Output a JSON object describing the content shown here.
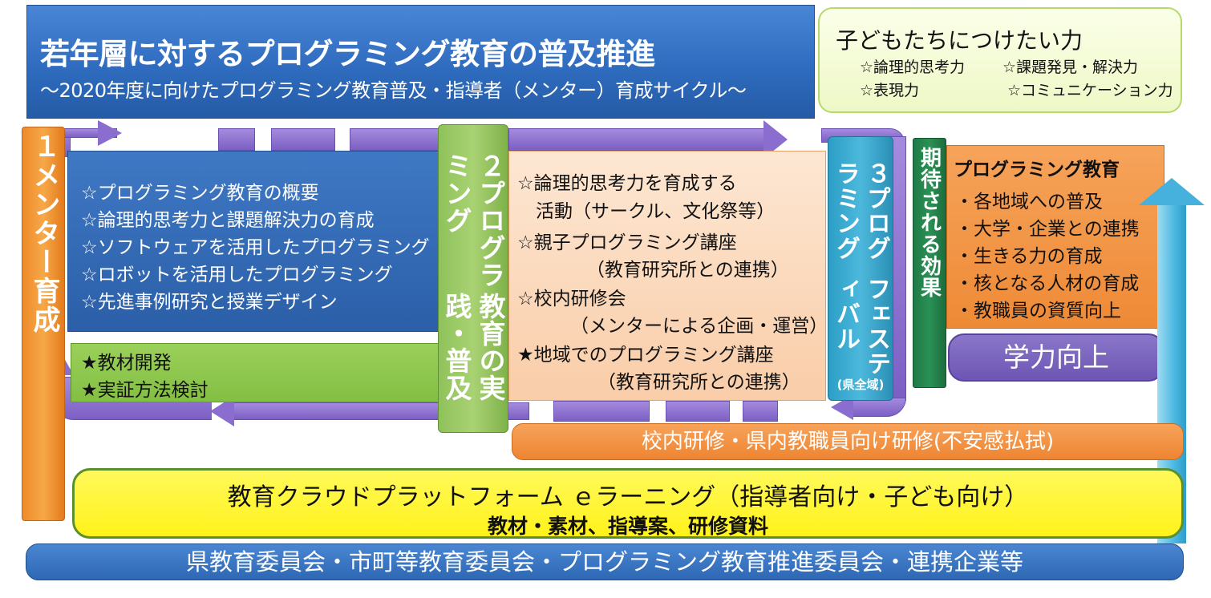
{
  "title": {
    "main": "若年層に対するプログラミング教育の普及推進",
    "sub": "～2020年度に向けたプログラミング教育普及・指導者（メンター）育成サイクル～"
  },
  "abilities": {
    "title": "子どもたちにつけたい力",
    "items": [
      "☆論理的思考力",
      "☆課題発見・解決力",
      "☆表現力",
      "☆コミュニケーション力"
    ]
  },
  "pillar1": {
    "label": "１メンター育成"
  },
  "topics": [
    "☆プログラミング教育の概要",
    "☆論理的思考力と課題解決力の育成",
    "☆ソフトウェアを活用したプログラミング",
    "☆ロボットを活用したプログラミング",
    "☆先進事例研究と授業デザイン"
  ],
  "development": [
    "★教材開発",
    "★実証方法検討"
  ],
  "pillar2": {
    "line1": "２プログラミング",
    "line2": "教育の実践・普及"
  },
  "practice": [
    "☆論理的思考力を育成する",
    "　活動（サークル、文化祭等）",
    "☆親子プログラミング講座",
    "（教育研究所との連携）",
    "☆校内研修会",
    "（メンターによる企画・運営）",
    "★地域でのプログラミング講座",
    "（教育研究所との連携）"
  ],
  "pillar3": {
    "line1": "３プログラミング",
    "line2": "フェスティバル",
    "scope": "(県全域)"
  },
  "effects": {
    "label": "期待される効果",
    "title": "プログラミング教育",
    "items": [
      "・各地域への普及",
      "・大学・企業との連携",
      "・生きる力の育成",
      "・核となる人材の育成",
      "・教職員の資質向上"
    ],
    "result": "学力向上"
  },
  "training_bar": "校内研修・県内教職員向け研修(不安感払拭)",
  "cloud": {
    "title": "教育クラウドプラットフォーム ｅラーニング（指導者向け・子ども向け）",
    "sub": "教材・素材、指導案、研修資料"
  },
  "board_bar": "県教育委員会・市町等教育委員会・プログラミング教育推進委員会・連携企業等",
  "colors": {
    "title_blue": "#2f6cbf",
    "orange": "#f39a3c",
    "green": "#8dc453",
    "peach": "#fbd7b8",
    "cyan": "#3aaed6",
    "dark_green": "#237f49",
    "purple": "#7c5fc4",
    "yellow": "#fff42e"
  }
}
